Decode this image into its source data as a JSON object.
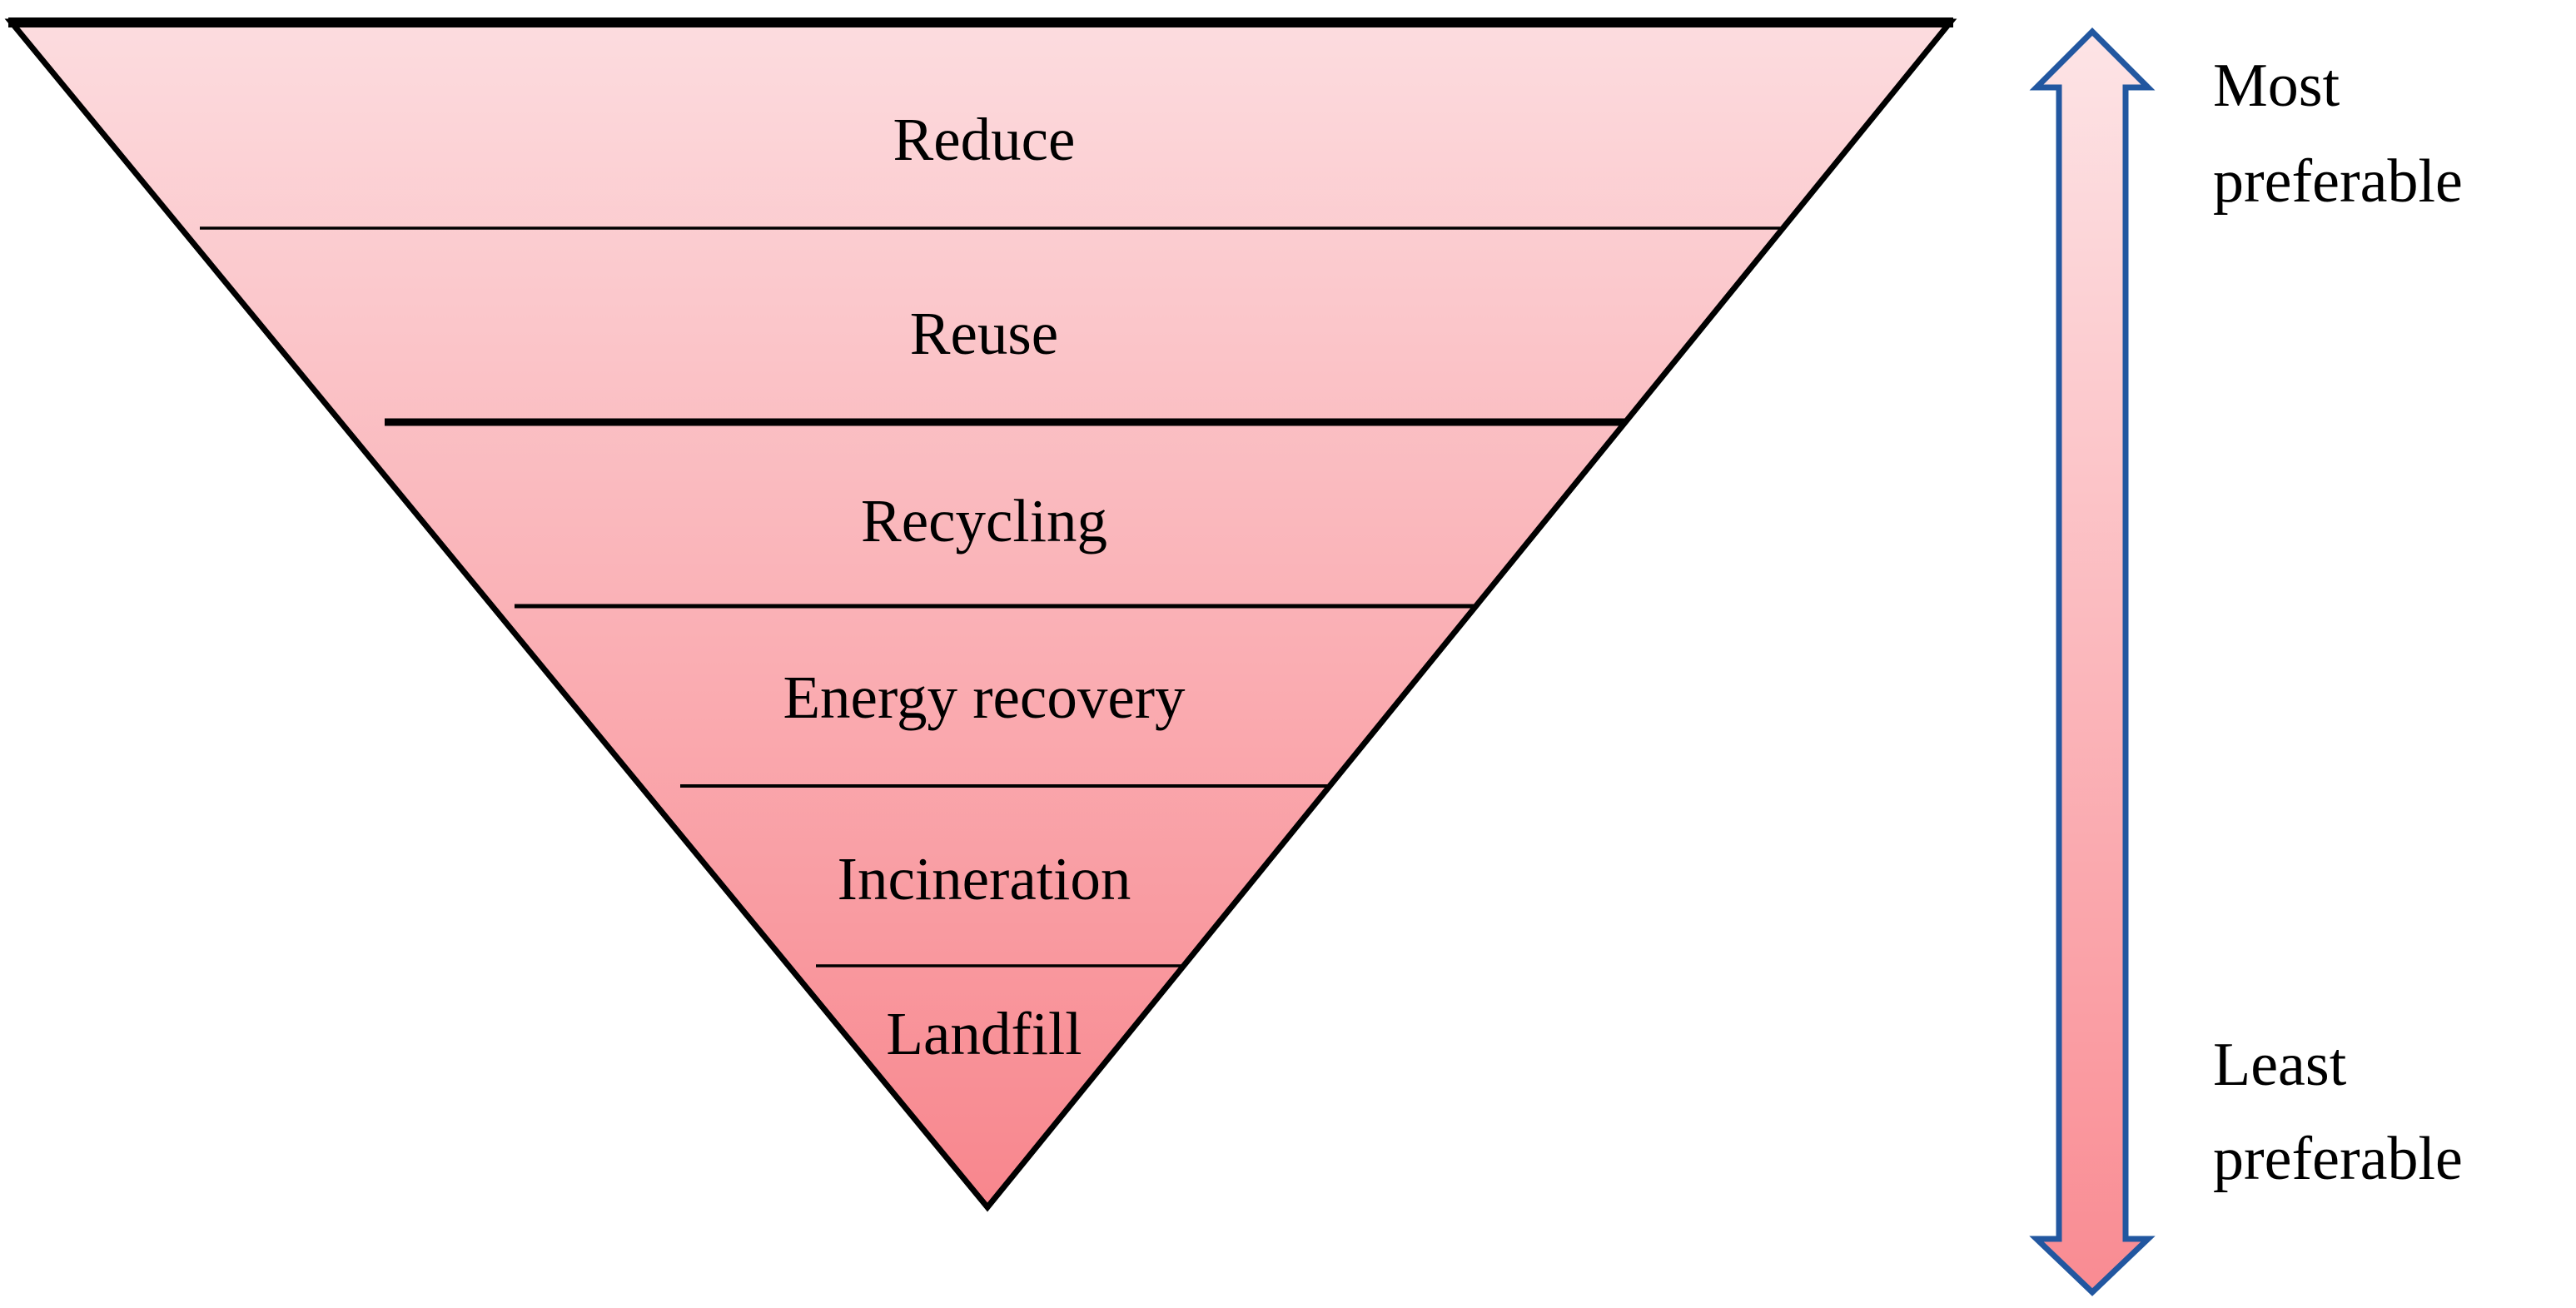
{
  "figure": {
    "type": "inverted-pyramid-hierarchy",
    "pyramid": {
      "levels": [
        {
          "label": "Reduce"
        },
        {
          "label": "Reuse"
        },
        {
          "label": "Recycling"
        },
        {
          "label": "Energy recovery"
        },
        {
          "label": "Incineration"
        },
        {
          "label": "Landfill"
        }
      ]
    },
    "arrow": {
      "top_label": [
        "Most",
        "preferable"
      ],
      "bottom_label": [
        "Least",
        "preferable"
      ]
    },
    "colors": {
      "pyramid_gradient_top": "#fcdcdf",
      "pyramid_gradient_bottom": "#f8868d",
      "pyramid_outline": "#000000",
      "divider_line": "#000000",
      "arrow_outline": "#2257a0",
      "arrow_gradient_top": "#fde4e6",
      "arrow_gradient_bottom": "#f98b92",
      "text": "#000000"
    }
  }
}
